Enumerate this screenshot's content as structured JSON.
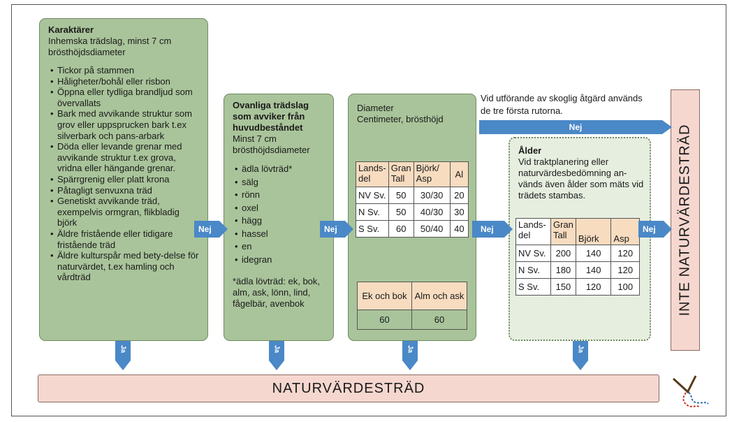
{
  "box1": {
    "title": "Karaktärer",
    "subtitle_line1": "Inhemska trädslag, minst 7 cm",
    "subtitle_line2": "brösthöjdsdiameter",
    "items": [
      "Tickor på stammen",
      "Håligheter/bohål eller risbon",
      "Öppna eller tydliga brandljud som övervallats",
      "Bark med avvikande struktur som grov eller uppsprucken bark t.ex silverbark och pans-arbark",
      "Döda eller levande grenar med avvikande struktur t.ex grova, vridna eller hängande grenar.",
      "Spärrgrenig eller platt krona",
      "Påtagligt senvuxna träd",
      "Genetiskt avvikande träd, exempelvis ormgran, flikbladig björk",
      "Äldre fristående eller tidigare fristående träd",
      "Äldre kulturspår med bety-delse för naturvärdet, t.ex hamling och vårdträd"
    ]
  },
  "box2": {
    "title": "Ovanliga trädslag som avviker från huvudbeståndet",
    "subtitle": "Minst 7 cm brösthöjdsdiameter",
    "items": [
      "ädla lövträd*",
      "sälg",
      "rönn",
      "oxel",
      "hägg",
      "hassel",
      "en",
      "idegran"
    ],
    "note": "*ädla lövträd: ek, bok, alm, ask, lönn, lind, fågelbär, avenbok"
  },
  "box3": {
    "title_line1": "Diameter",
    "title_line2": "Centimeter, brösthöjd",
    "table": {
      "headers": [
        "Lands-del",
        "Gran Tall",
        "Björk/ Asp",
        "Al"
      ],
      "rows": [
        [
          "NV Sv.",
          "50",
          "30/30",
          "20"
        ],
        [
          "N Sv.",
          "50",
          "40/30",
          "30"
        ],
        [
          "S Sv.",
          "60",
          "50/40",
          "40"
        ]
      ]
    },
    "table2": {
      "headers": [
        "Ek och bok",
        "Alm och ask"
      ],
      "values": [
        "60",
        "60"
      ]
    }
  },
  "box4": {
    "title": "Ålder",
    "text": "Vid traktplanering eller naturvärdesbedömning an-vänds även ålder som mäts vid trädets stambas.",
    "table": {
      "headers": [
        "Lands-del",
        "Gran Tall",
        "Björk",
        "Asp"
      ],
      "rows": [
        [
          "NV Sv.",
          "200",
          "140",
          "120"
        ],
        [
          "N Sv.",
          "180",
          "140",
          "120"
        ],
        [
          "S Sv.",
          "150",
          "120",
          "100"
        ]
      ]
    }
  },
  "note_top": "Vid utförande av skoglig åtgärd används de tre första rutorna.",
  "nej_label": "Nej",
  "ja_label": "Ja",
  "bottom_bar": "NATURVÄRDESTRÄD",
  "right_bar": "INTE NATURVÄRDESTRÄD",
  "colors": {
    "green_box": "#a9c49a",
    "light_box": "#e6eedf",
    "pink_bar": "#f5d7cf",
    "arrow_blue": "#4a88c7",
    "table_header": "#f7dcc0"
  }
}
